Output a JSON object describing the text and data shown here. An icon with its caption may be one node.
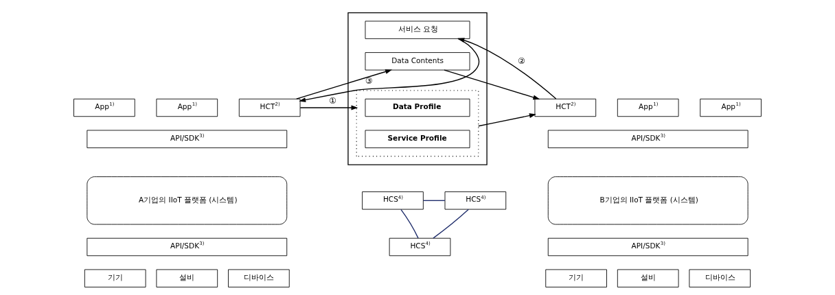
{
  "diagram": {
    "nodes": [
      {
        "text": [
          "App$^{1)}$"
        ]
      },
      {
        "text": [
          "App$^{1)}$"
        ]
      },
      {
        "text": [
          "HCT$^{2)}$"
        ]
      },
      {
        "text": [
          "API/SDK$^{3)}$"
        ]
      },
      {
        "text": [
          "A기업의 IIoT 플랫폼 (시스템)"
        ]
      },
      {
        "text": [
          "API/SDK$^{3)}$"
        ]
      },
      {
        "text": [
          "기기"
        ]
      },
      {
        "text": [
          "설비"
        ]
      },
      {
        "text": [
          "디바이스"
        ]
      },
      {
        "text": [],
        "shape": "box"
      },
      {
        "text": [
          "서비스 요청"
        ],
        "in": 9
      },
      {
        "text": [
          "Data Contents"
        ],
        "in": 9
      },
      {
        "text": [],
        "shape": "box",
        "in": 9
      },
      {
        "text": [
          "Data Profile"
        ],
        "in": 12
      },
      {
        "text": [
          "Service Profile"
        ],
        "in": 12
      },
      {
        "text": [
          "HCS$^{4)}$"
        ]
      },
      {
        "text": [
          "HCS$^{4)}$"
        ]
      },
      {
        "text": [
          "HCS$^{4)}$"
        ]
      },
      {
        "text": [
          "HCT$^{2)}$"
        ]
      },
      {
        "text": [
          "App$^{1)}$"
        ]
      },
      {
        "text": [
          "App$^{1)}$"
        ]
      },
      {
        "text": [
          "API/SDK$^{3)}$"
        ]
      },
      {
        "text": [
          "B기업의 IIoT 플랫폼 (시스템)"
        ]
      },
      {
        "text": [
          "API/SDK$^{3)}$"
        ]
      },
      {
        "text": [
          "기기"
        ]
      },
      {
        "text": [
          "설비"
        ]
      },
      {
        "text": [
          "디바이스"
        ]
      }
    ],
    "edges": [
      {
        "from": 10,
        "to": 2,
        "arrow": "to"
      },
      {
        "from": 18,
        "to": 10,
        "arrow": "to",
        "label": "②"
      },
      {
        "from": 2,
        "to": 11,
        "arrow": "to",
        "label": "③"
      },
      {
        "from": 2,
        "to": 12,
        "arrow": "to",
        "label": "①"
      },
      {
        "from": 11,
        "to": 18,
        "arrow": "to"
      },
      {
        "from": 12,
        "to": 18,
        "arrow": "to"
      },
      {
        "from": 15,
        "to": 16,
        "arrow": "none",
        "color": "#1f2d6b"
      },
      {
        "from": 15,
        "to": 17,
        "arrow": "none",
        "color": "#1f2d6b"
      },
      {
        "from": 16,
        "to": 17,
        "arrow": "none",
        "color": "#1f2d6b"
      }
    ]
  }
}
